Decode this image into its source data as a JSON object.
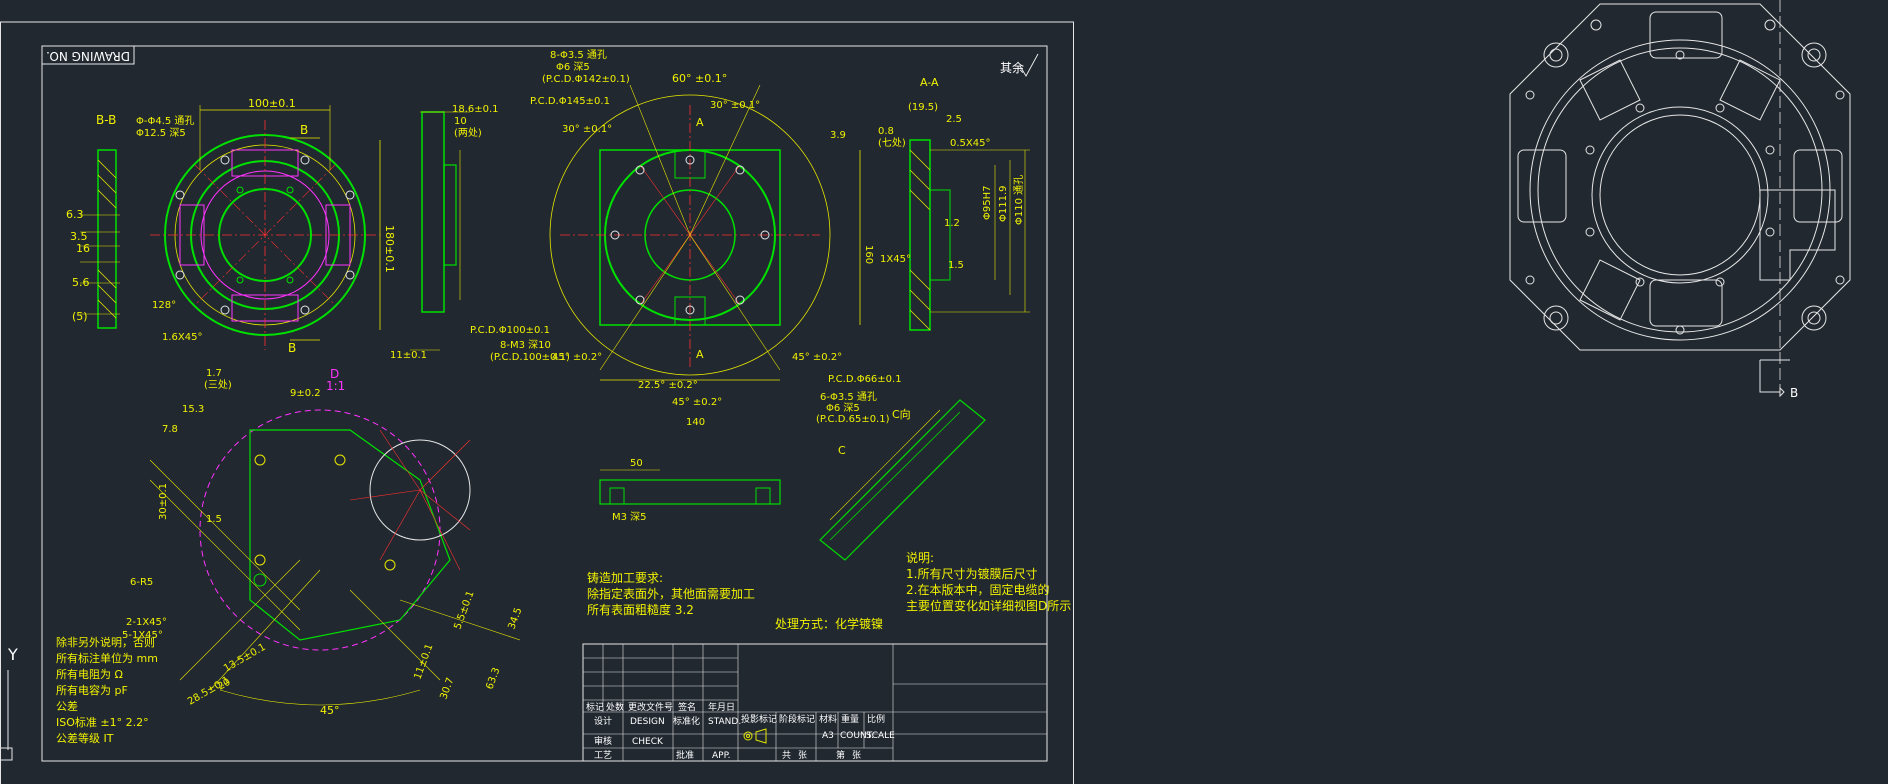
{
  "drawing_no": "DRAWING NO.",
  "surface_note": "其余",
  "views": {
    "bb": "B-B",
    "aa": "A-A",
    "d": "D",
    "d_scale": "1:1",
    "a": "A",
    "b": "B",
    "c": "C",
    "c_dir": "C向",
    "y_axis": "Y",
    "ext_b": "B"
  },
  "dims": {
    "d100": "100±0.1",
    "d180": "180±0.1",
    "d18_6": "18.6±0.1",
    "d10": "10",
    "d10_two": "(两处)",
    "d60": "60° ±0.1°",
    "d30a": "30° ±0.1°",
    "d30b": "30° ±0.1°",
    "d3_9": "3.9",
    "d8_phi": "8-Φ3.5 通孔",
    "d8_phi2": "Φ6 深5",
    "d8_pcd": "(P.C.D.Φ142±0.1)",
    "pcd145": "P.C.D.Φ145±0.1",
    "pcd100": "P.C.D.Φ100±0.1",
    "d8_m3": "8-M3 深10",
    "pcd100b": "(P.C.D.100±0.1)",
    "d45a": "45° ±0.2°",
    "d45b": "45° ±0.2°",
    "d22_5": "22.5° ±0.2°",
    "d45c": "45° ±0.2°",
    "d140": "140",
    "d160": "160",
    "pcd66": "P.C.D.Φ66±0.1",
    "d6_phi": "6-Φ3.5 通孔",
    "d6_phi2": "Φ6 深5",
    "d6_pcd": "(P.C.D.65±0.1)",
    "d50": "50",
    "m3": "M3 深5",
    "d0_8": "0.8",
    "d0_8b": "(七处)",
    "d2_5": "2.5",
    "d0_5": "0.5X45°",
    "d1_2": "1.2",
    "d1_5": "1.5",
    "d1x45": "1X45°",
    "d19_5": "(19.5)",
    "d95": "Φ95H7",
    "d111": "Φ111.9",
    "d110": "Φ110 通孔",
    "d1_7": "1.7",
    "d1_7b": "(三处)",
    "d9": "9±0.2",
    "d7_8": "7.8",
    "d15_3": "15.3",
    "d30_1": "30±0.1",
    "d1_5b": "1.5",
    "d6_r5": "6-R5",
    "d2x45": "2-1X45°",
    "d5x45": "5-1X45°",
    "d13_5": "13.5±0.1",
    "d28_5": "28.5±0.1",
    "d20": "20",
    "d34_5": "34.5",
    "d45d": "45°",
    "d63_3": "63.3",
    "d30_7": "30.7",
    "d5_5": "5.5±0.1",
    "d11": "11±0.1",
    "d6_3": "6.3",
    "d3_5": "3.5",
    "d16": "16",
    "d5_6": "5.6",
    "d50b": "(5)",
    "d128": "128°",
    "d1_6": "1.6X45°",
    "d4_5": "Φ-Φ4.5 通孔",
    "d4_5b": "Φ12.5 深5"
  },
  "notes": {
    "left_lines": [
      "除非另外说明，否则",
      "所有标注单位为   mm",
      "所有电阻为       Ω",
      "所有电容为       pF",
      "公差",
      "ISO标准      ±1°   2.2°",
      "公差等级           IT"
    ],
    "casting_lines": [
      "铸造加工要求:",
      "除指定表面外，其他面需要加工",
      "所有表面粗糙度 3.2"
    ],
    "explain_lines": [
      "说明:",
      "1.所有尺寸为镀膜后尺寸",
      "2.在本版本中，固定电缆的",
      "   主要位置变化如详细视图D所示"
    ],
    "treatment": "处理方式：化学镀镍"
  },
  "title_block": {
    "row1": [
      "标记",
      "处数",
      "更改文件号",
      "签名",
      "年月日"
    ],
    "row2": [
      "设计",
      "DESIGN",
      "标准化",
      "STAND."
    ],
    "row3": [
      "审核",
      "CHECK"
    ],
    "row4": [
      "工艺",
      "批准",
      "APP."
    ],
    "mid_headers": [
      "投影标记",
      "阶段标记",
      "材料",
      "重量",
      "比例"
    ],
    "mid_values": [
      "A3",
      "COUNT.",
      "SCALE"
    ],
    "sheet": [
      "共",
      "张",
      "第",
      "张"
    ]
  }
}
